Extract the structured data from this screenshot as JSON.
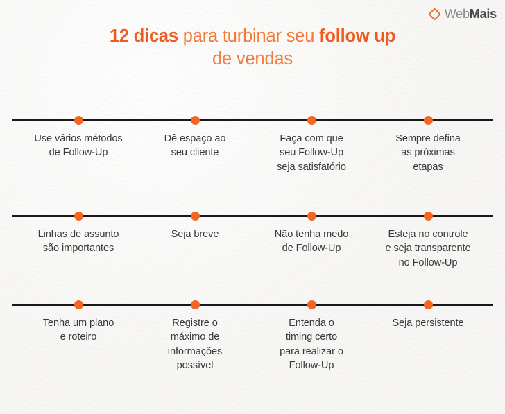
{
  "brand": {
    "logo_icon": "diamond-outline-icon",
    "name_part_1": "Web",
    "name_part_2": "Mais",
    "accent_color": "#f26522"
  },
  "header": {
    "title_line_1_bold_1": "12 dicas",
    "title_line_1_regular_1": " para turbinar seu ",
    "title_line_1_bold_2": "follow up",
    "title_line_2": "de vendas",
    "title_color_regular": "#f4793b",
    "title_color_bold": "#f05a1e"
  },
  "timeline": {
    "line_color": "#181818",
    "dot_color": "#f26522",
    "label_color": "#3a3a3a",
    "rows": [
      {
        "items": [
          {
            "label": "Use vários métodos\nde Follow-Up"
          },
          {
            "label": "Dê espaço ao\nseu cliente"
          },
          {
            "label": "Faça com que\nseu Follow-Up\nseja satisfatório"
          },
          {
            "label": "Sempre defina\nas próximas\netapas"
          }
        ]
      },
      {
        "items": [
          {
            "label": "Linhas de assunto\nsão importantes"
          },
          {
            "label": "Seja breve"
          },
          {
            "label": "Não tenha medo\nde Follow-Up"
          },
          {
            "label": "Esteja no controle\ne seja transparente\nno Follow-Up"
          }
        ]
      },
      {
        "items": [
          {
            "label": "Tenha um plano\ne roteiro"
          },
          {
            "label": "Registre o\nmáximo de\ninformações\npossível"
          },
          {
            "label": "Entenda o\ntiming certo\npara realizar o\nFollow-Up"
          },
          {
            "label": "Seja persistente"
          }
        ]
      }
    ]
  }
}
